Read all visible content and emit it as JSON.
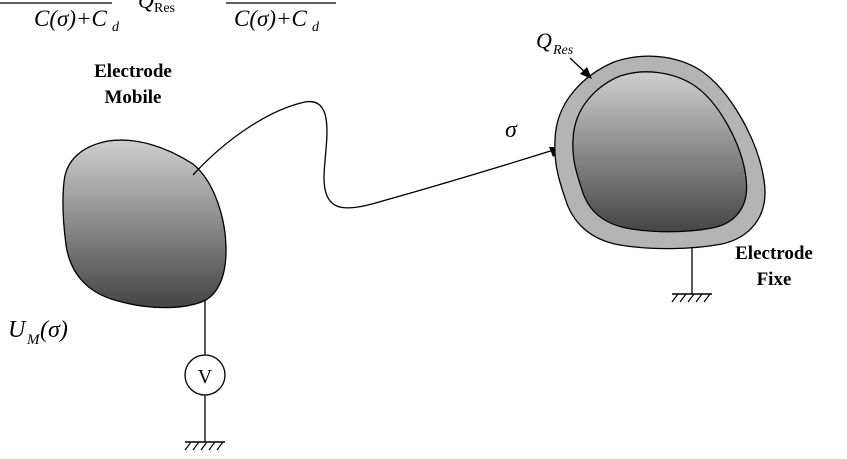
{
  "formula_fragment": {
    "left_denominator": "C(σ)+C",
    "left_denominator_sub": "d",
    "res_symbol": "Q",
    "res_sub": "Res",
    "right_denominator": "C(σ)+C",
    "right_denominator_sub": "d"
  },
  "mobile_electrode": {
    "label_line1": "Electrode",
    "label_line2": "Mobile"
  },
  "fixed_electrode": {
    "label_line1": "Electrode",
    "label_line2": "Fixe"
  },
  "potential_label": {
    "main": "U",
    "sub": "M",
    "arg": "(σ)"
  },
  "voltmeter_symbol": "V",
  "sigma_label": "σ",
  "qres_label": {
    "main": "Q",
    "sub": "Res"
  },
  "colors": {
    "stroke": "#000000",
    "electrode_light": "#c8c8c8",
    "electrode_dark": "#4a4a4a",
    "residual_layer": "#b4b4b4"
  }
}
